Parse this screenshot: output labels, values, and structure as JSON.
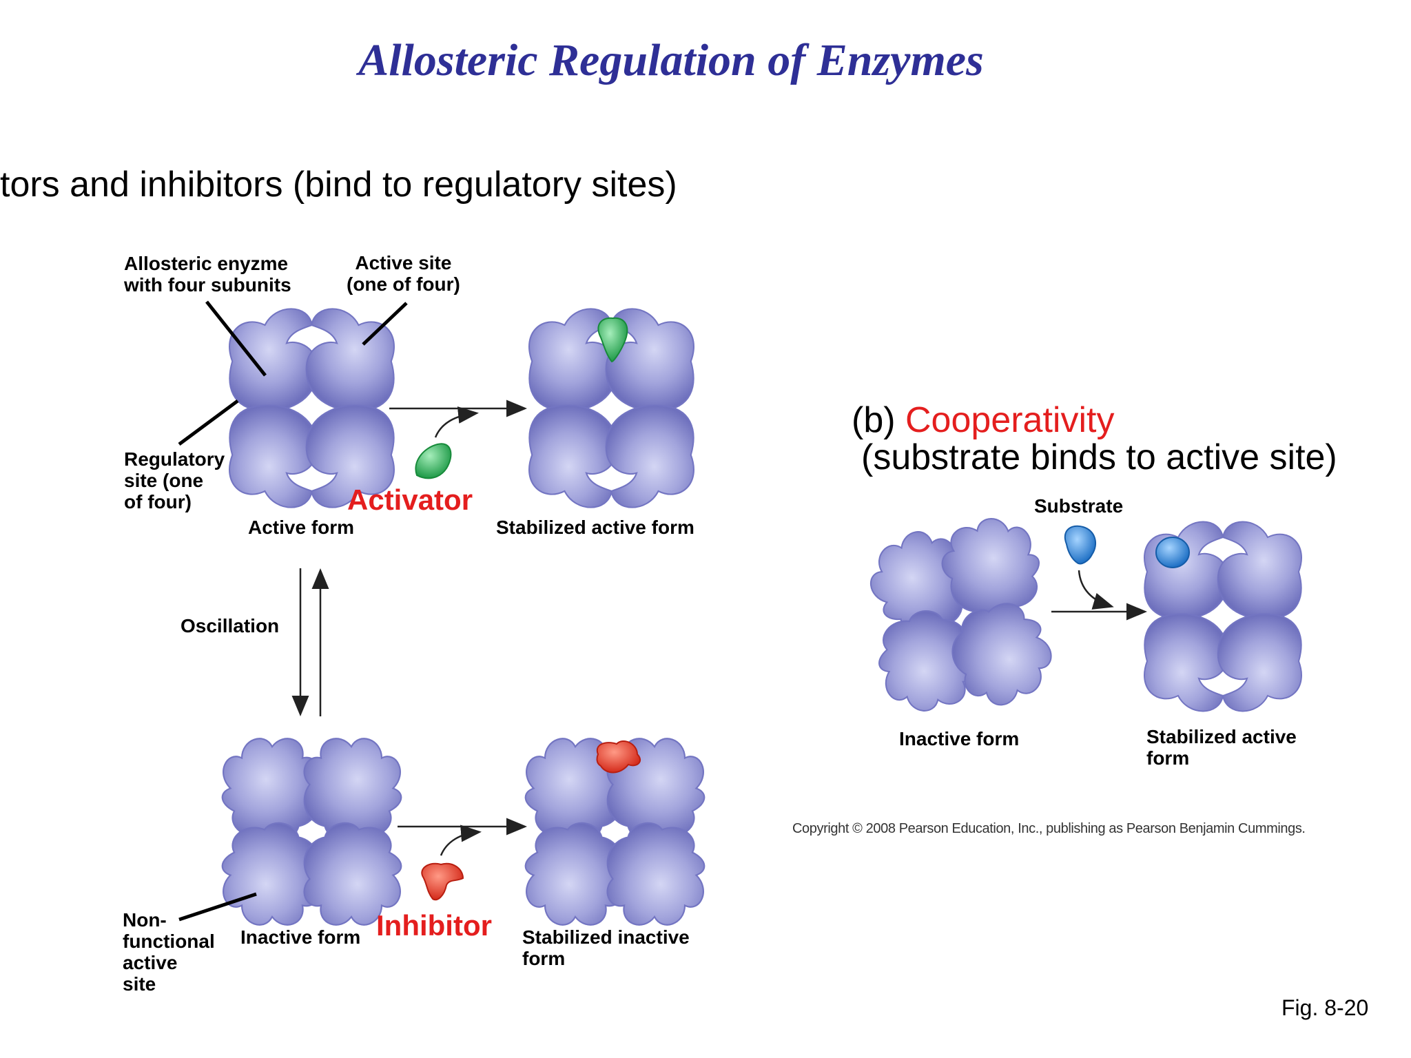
{
  "title": "Allosteric Regulation of Enzymes",
  "part_a": {
    "heading_fragment": "tors and inhibitors (bind to regulatory sites)",
    "labels": {
      "allosteric_enzyme": "Allosteric enyzme\nwith four subunits",
      "active_site": "Active site\n(one of four)",
      "regulatory_site": "Regulatory\nsite (one\nof four)",
      "active_form": "Active form",
      "activator": "Activator",
      "stabilized_active_form": "Stabilized active form",
      "oscillation": "Oscillation",
      "nonfunctional_site": "Non-\nfunctional\nactive\nsite",
      "inactive_form": "Inactive form",
      "inhibitor": "Inhibitor",
      "stabilized_inactive_form": "Stabilized inactive\nform"
    }
  },
  "part_b": {
    "prefix": "(b) ",
    "heading": "Cooperativity",
    "subheading": "(substrate binds to active site)",
    "labels": {
      "substrate": "Substrate",
      "inactive_form": "Inactive form",
      "stabilized_active_form": "Stabilized active\nform"
    }
  },
  "copyright": "Copyright © 2008 Pearson Education, Inc., publishing as Pearson Benjamin Cummings.",
  "figure_ref": "Fig. 8-20",
  "colors": {
    "title": "#2e2f96",
    "enzyme": "#8d8fd0",
    "enzyme_dark": "#6a6cb8",
    "activator": "#2fae5c",
    "inhibitor": "#e8382a",
    "substrate": "#2f86d6",
    "highlight_red": "#e41e1e"
  }
}
